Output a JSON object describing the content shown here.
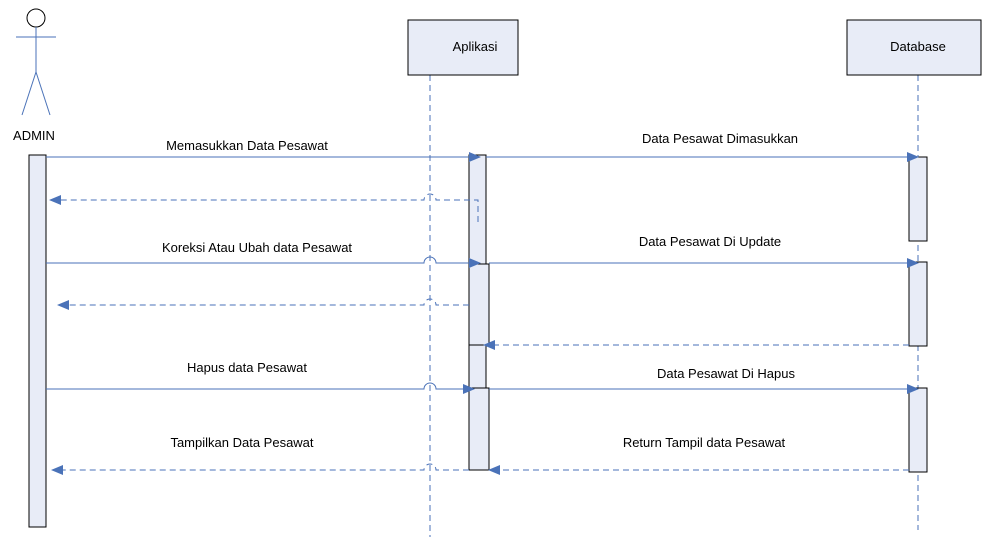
{
  "diagram": {
    "type": "sequence",
    "colors": {
      "line": "#4a72b8",
      "box_fill": "#e8ecf7",
      "box_stroke": "#000000",
      "text": "#000000"
    },
    "actors": [
      {
        "id": "admin",
        "label": "ADMIN",
        "kind": "stick-figure"
      },
      {
        "id": "aplikasi",
        "label": "Aplikasi",
        "kind": "object"
      },
      {
        "id": "database",
        "label": "Database",
        "kind": "object"
      }
    ],
    "messages": [
      {
        "from": "admin",
        "to": "aplikasi",
        "label": "Memasukkan Data Pesawat",
        "style": "solid"
      },
      {
        "from": "aplikasi",
        "to": "database",
        "label": "Data Pesawat  Dimasukkan",
        "style": "solid"
      },
      {
        "from": "aplikasi",
        "to": "admin",
        "label": "",
        "style": "dashed"
      },
      {
        "from": "admin",
        "to": "aplikasi",
        "label": "Koreksi Atau Ubah data Pesawat",
        "style": "solid"
      },
      {
        "from": "aplikasi",
        "to": "database",
        "label": "Data Pesawat  Di Update",
        "style": "solid"
      },
      {
        "from": "aplikasi",
        "to": "admin",
        "label": "",
        "style": "dashed"
      },
      {
        "from": "database",
        "to": "aplikasi",
        "label": "",
        "style": "dashed"
      },
      {
        "from": "admin",
        "to": "aplikasi",
        "label": "Hapus data Pesawat",
        "style": "solid"
      },
      {
        "from": "aplikasi",
        "to": "database",
        "label": "Data Pesawat  Di Hapus",
        "style": "solid"
      },
      {
        "from": "aplikasi",
        "to": "admin",
        "label": "Tampilkan Data Pesawat",
        "style": "dashed"
      },
      {
        "from": "database",
        "to": "aplikasi",
        "label": "Return Tampil data Pesawat",
        "style": "dashed"
      }
    ]
  }
}
